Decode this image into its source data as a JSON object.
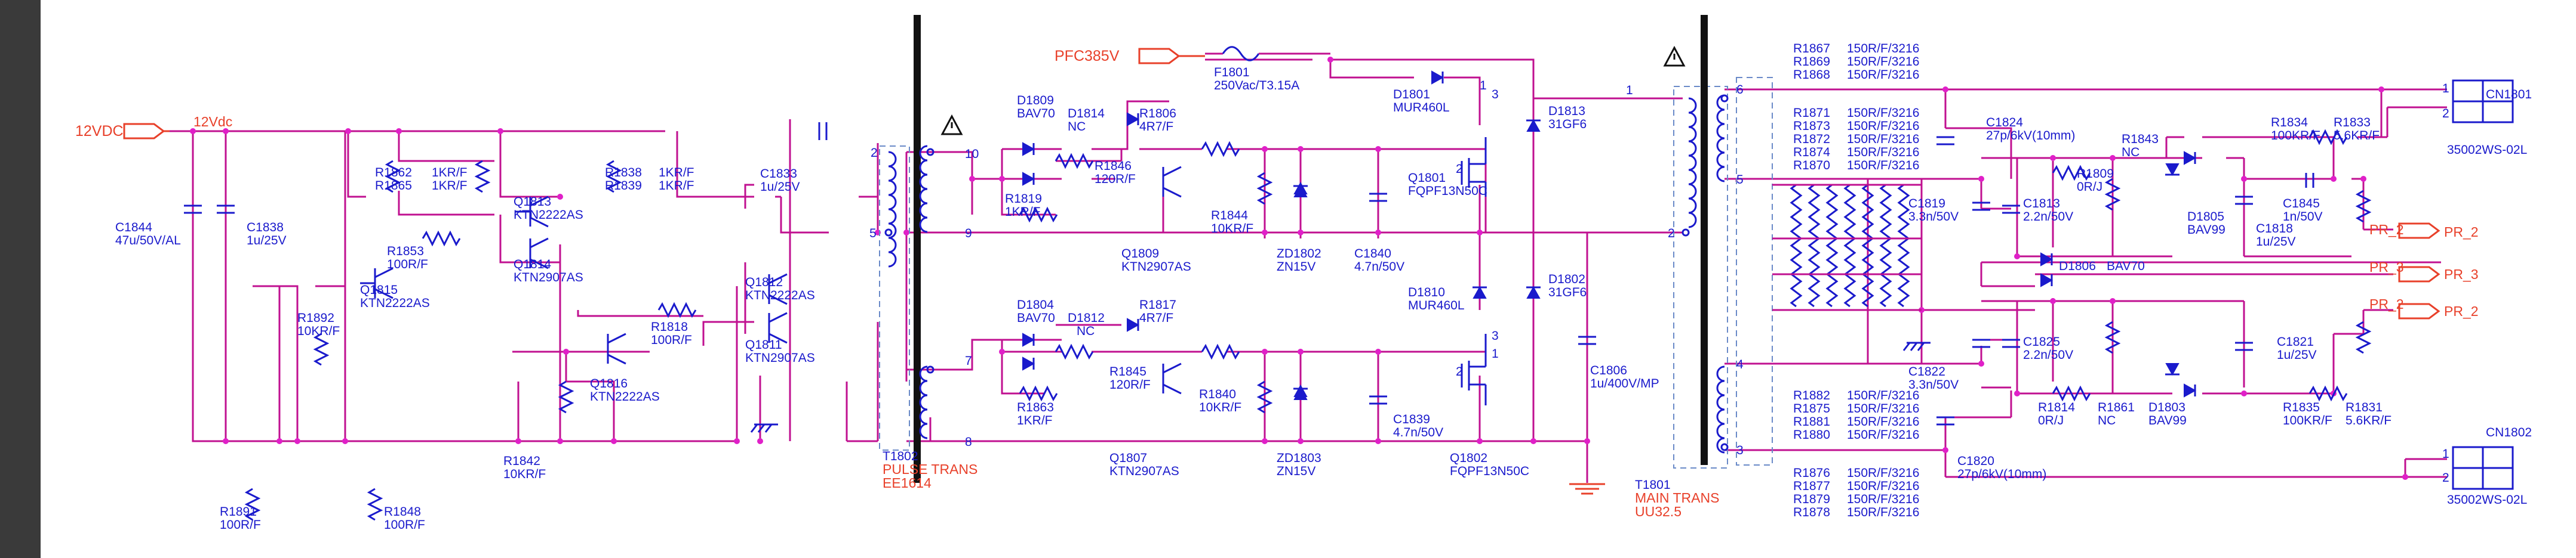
{
  "ports": {
    "vdc_in": "12VDC",
    "vdc_net": "12Vdc",
    "pfc": "PFC385V",
    "pr2_top": "PR_2",
    "pr3": "PR_3",
    "pr2_bot": "PR_2",
    "pr2_top_net": "PR_2",
    "pr3_net": "PR_3",
    "pr2_bot_net": "PR_2"
  },
  "caps": {
    "c1844": {
      "ref": "C1844",
      "val": "47u/50V/AL"
    },
    "c1838": {
      "ref": "C1838",
      "val": "1u/25V"
    },
    "c1833": {
      "ref": "C1833",
      "val": "1u/25V"
    },
    "c1840": {
      "ref": "C1840",
      "val": "4.7n/50V"
    },
    "c1839": {
      "ref": "C1839",
      "val": "4.7n/50V"
    },
    "c1806": {
      "ref": "C1806",
      "val": "1u/400V/MP"
    },
    "c1824": {
      "ref": "C1824",
      "val": "27p/6kV(10mm)"
    },
    "c1819": {
      "ref": "C1819",
      "val": "3.3n/50V"
    },
    "c1813": {
      "ref": "C1813",
      "val": "2.2n/50V"
    },
    "c1845": {
      "ref": "C1845",
      "val": "1n/50V"
    },
    "c1818": {
      "ref": "C1818",
      "val": "1u/25V"
    },
    "c1822": {
      "ref": "C1822",
      "val": "3.3n/50V"
    },
    "c1825": {
      "ref": "C1825",
      "val": "2.2n/50V"
    },
    "c1821": {
      "ref": "C1821",
      "val": "1u/25V"
    },
    "c1820": {
      "ref": "C1820",
      "val": "27p/6kV(10mm)"
    }
  },
  "res": {
    "r1862": {
      "ref": "R1862",
      "val": "1KR/F"
    },
    "r1865": {
      "ref": "R1865",
      "val": "1KR/F"
    },
    "r1853": {
      "ref": "R1853",
      "val": "100R/F"
    },
    "r1892": {
      "ref": "R1892",
      "val": "10KR/F"
    },
    "r1838": {
      "ref": "R1838",
      "val": "1KR/F"
    },
    "r1839": {
      "ref": "R1839",
      "val": "1KR/F"
    },
    "r1818": {
      "ref": "R1818",
      "val": "100R/F"
    },
    "r1842": {
      "ref": "R1842",
      "val": "10KR/F"
    },
    "r1891": {
      "ref": "R1891",
      "val": "100R/F"
    },
    "r1848": {
      "ref": "R1848",
      "val": "100R/F"
    },
    "r1819": {
      "ref": "R1819",
      "val": "1KR/F"
    },
    "r1846": {
      "ref": "R1846",
      "val": "120R/F"
    },
    "r1806": {
      "ref": "R1806",
      "val": "4R7/F"
    },
    "r1844": {
      "ref": "R1844",
      "val": "10KR/F"
    },
    "r1863": {
      "ref": "R1863",
      "val": "1KR/F"
    },
    "r1845": {
      "ref": "R1845",
      "val": "120R/F"
    },
    "r1817": {
      "ref": "R1817",
      "val": "4R7/F"
    },
    "r1840": {
      "ref": "R1840",
      "val": "10KR/F"
    },
    "r1809": {
      "ref": "R1809",
      "val": "0R/J"
    },
    "r1843": {
      "ref": "R1843",
      "val": "NC"
    },
    "r1834": {
      "ref": "R1834",
      "val": "100KR/F"
    },
    "r1833": {
      "ref": "R1833",
      "val": "5.6KR/F"
    },
    "r1814": {
      "ref": "R1814",
      "val": "0R/J"
    },
    "r1861": {
      "ref": "R1861",
      "val": "NC"
    },
    "r1835": {
      "ref": "R1835",
      "val": "100KR/F"
    },
    "r1831": {
      "ref": "R1831",
      "val": "5.6KR/F"
    }
  },
  "trans": {
    "q1813": {
      "ref": "Q1813",
      "val": "KTN2222AS"
    },
    "q1814": {
      "ref": "Q1814",
      "val": "KTN2907AS"
    },
    "q1815": {
      "ref": "Q1815",
      "val": "KTN2222AS"
    },
    "q1816": {
      "ref": "Q1816",
      "val": "KTN2222AS"
    },
    "q1812": {
      "ref": "Q1812",
      "val": "KTN2222AS"
    },
    "q1811": {
      "ref": "Q1811",
      "val": "KTN2907AS"
    },
    "q1809": {
      "ref": "Q1809",
      "val": "KTN2907AS"
    },
    "q1807": {
      "ref": "Q1807",
      "val": "KTN2907AS"
    },
    "q1801": {
      "ref": "Q1801",
      "val": "FQPF13N50C"
    },
    "q1802": {
      "ref": "Q1802",
      "val": "FQPF13N50C"
    }
  },
  "diodes": {
    "d1809": {
      "ref": "D1809",
      "val": "BAV70"
    },
    "d1814": {
      "ref": "D1814",
      "val": "NC"
    },
    "d1804": {
      "ref": "D1804",
      "val": "BAV70"
    },
    "d1812": {
      "ref": "D1812",
      "val": "NC"
    },
    "zd1802": {
      "ref": "ZD1802",
      "val": "ZN15V"
    },
    "zd1803": {
      "ref": "ZD1803",
      "val": "ZN15V"
    },
    "d1801": {
      "ref": "D1801",
      "val": "MUR460L"
    },
    "d1810": {
      "ref": "D1810",
      "val": "MUR460L"
    },
    "d1813": {
      "ref": "D1813",
      "val": "31GF6"
    },
    "d1802": {
      "ref": "D1802",
      "val": "31GF6"
    },
    "d1805": {
      "ref": "D1805",
      "val": "BAV99"
    },
    "d1806": {
      "ref": "D1806",
      "val": "BAV70"
    },
    "d1803": {
      "ref": "D1803",
      "val": "BAV99"
    }
  },
  "fuse": {
    "ref": "F1801",
    "val": "250Vac/T3.15A"
  },
  "t1802": {
    "ref": "T1802",
    "name": "PULSE TRANS",
    "core": "EE1614"
  },
  "t1801": {
    "ref": "T1801",
    "name": "MAIN TRANS",
    "core": "UU32.5"
  },
  "cn1801": {
    "ref": "CN1801",
    "val": "35002WS-02L"
  },
  "cn1802": {
    "ref": "CN1802",
    "val": "35002WS-02L"
  },
  "pins": {
    "p2": "2",
    "p5": "5",
    "p10": "10",
    "p9": "9",
    "p7": "7",
    "p8": "8",
    "m1": "1",
    "m2": "2",
    "m6": "6",
    "m5": "5",
    "m4": "4",
    "m3": "3",
    "c1": "1",
    "c2": "2",
    "c3": "1",
    "c4": "2",
    "q1": "1",
    "q2": "2",
    "q3": "3",
    "q4": "1",
    "q5": "2",
    "q6": "3"
  },
  "resbank": {
    "top_a": [
      {
        "ref": "R1867",
        "val": "150R/F/3216"
      },
      {
        "ref": "R1869",
        "val": "150R/F/3216"
      },
      {
        "ref": "R1868",
        "val": "150R/F/3216"
      }
    ],
    "top_b": [
      {
        "ref": "R1871",
        "val": "150R/F/3216"
      },
      {
        "ref": "R1873",
        "val": "150R/F/3216"
      },
      {
        "ref": "R1872",
        "val": "150R/F/3216"
      },
      {
        "ref": "R1874",
        "val": "150R/F/3216"
      },
      {
        "ref": "R1870",
        "val": "150R/F/3216"
      }
    ],
    "bot_a": [
      {
        "ref": "R1882",
        "val": "150R/F/3216"
      },
      {
        "ref": "R1875",
        "val": "150R/F/3216"
      },
      {
        "ref": "R1881",
        "val": "150R/F/3216"
      },
      {
        "ref": "R1880",
        "val": "150R/F/3216"
      }
    ],
    "bot_b": [
      {
        "ref": "R1876",
        "val": "150R/F/3216"
      },
      {
        "ref": "R1877",
        "val": "150R/F/3216"
      },
      {
        "ref": "R1879",
        "val": "150R/F/3216"
      },
      {
        "ref": "R1878",
        "val": "150R/F/3216"
      }
    ]
  }
}
